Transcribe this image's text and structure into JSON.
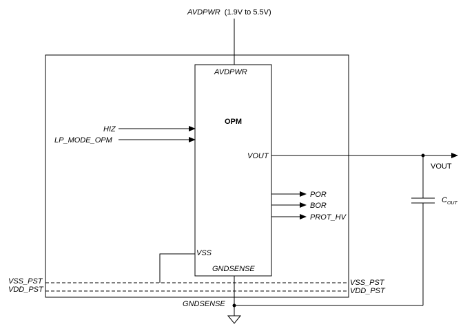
{
  "supply": {
    "name": "AVDPWR",
    "range": "(1.9V to 5.5V)"
  },
  "opm_block": {
    "title": "OPM",
    "pins": {
      "supply": "AVDPWR",
      "output": "VOUT",
      "ground": "VSS",
      "sense": "GNDSENSE"
    }
  },
  "inputs": [
    "HIZ",
    "LP_MODE_OPM"
  ],
  "status_outputs": [
    "POR",
    "BOR",
    "PROT_HV"
  ],
  "output_net": "VOUT",
  "capacitor": {
    "symbol": "C",
    "subscript": "OUT"
  },
  "rails": {
    "left_vss": "VSS_PST",
    "left_vdd": "VDD_PST",
    "right_vss": "VSS_PST",
    "right_vdd": "VDD_PST"
  },
  "ground_net": "GNDSENSE"
}
